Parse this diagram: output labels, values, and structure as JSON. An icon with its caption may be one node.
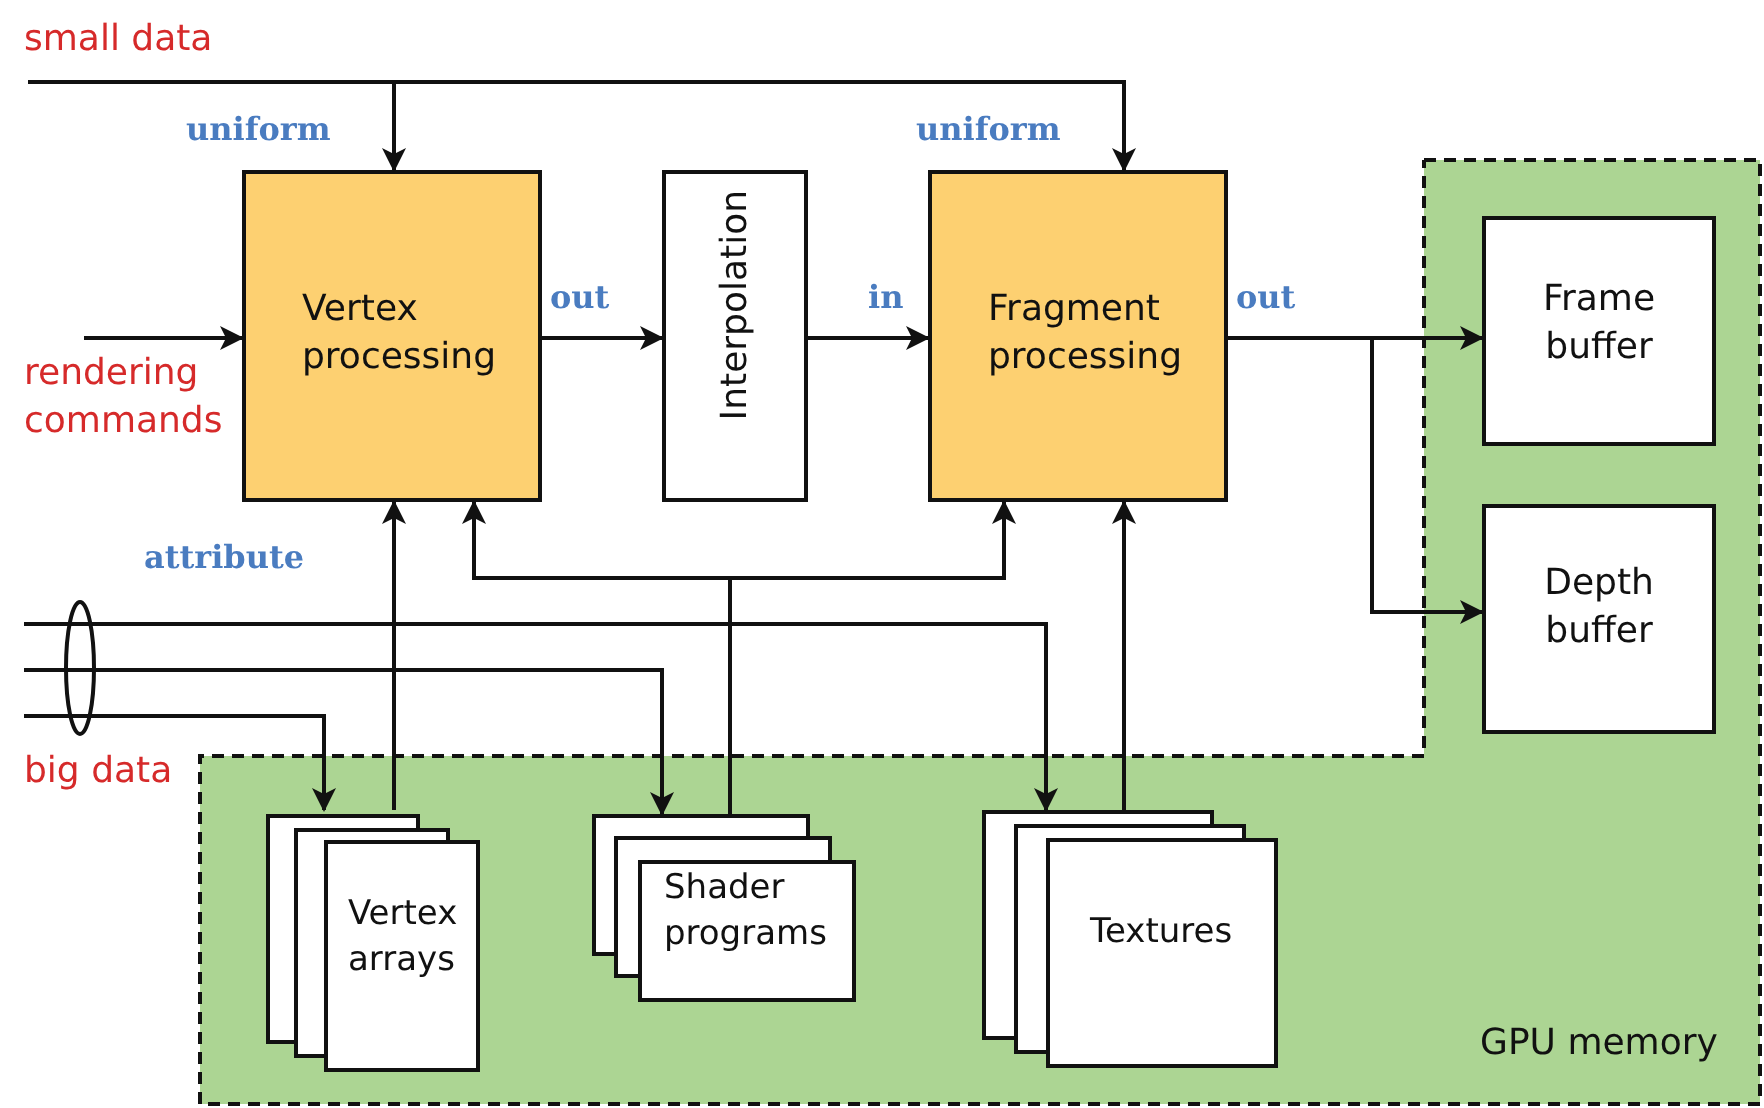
{
  "diagram": {
    "nodes": [
      {
        "text": [
          "small data"
        ]
      },
      {
        "text": [
          "Vertex processing"
        ]
      },
      {
        "text": [
          "Interpolation"
        ]
      },
      {
        "text": [
          "Fragment processing"
        ]
      },
      {
        "text": [
          "GPU memory"
        ]
      },
      {
        "text": [
          "Frame buffer"
        ],
        "in": 4
      },
      {
        "text": [
          "Depth buffer"
        ],
        "in": 4
      },
      {
        "text": [
          "rendering commands"
        ]
      },
      {
        "text": [
          "big data"
        ]
      },
      {
        "text": [
          "Vertex arrays"
        ],
        "in": 4
      },
      {
        "text": [
          "Shader programs"
        ],
        "in": 4
      },
      {
        "text": [
          "Textures"
        ],
        "in": 4
      }
    ],
    "edges": [
      {
        "from": 0,
        "to": 1,
        "arrow": "to",
        "label": "uniform"
      },
      {
        "from": 0,
        "to": 3,
        "arrow": "to",
        "label": "uniform"
      },
      {
        "from": 7,
        "to": 1,
        "arrow": "to"
      },
      {
        "from": 1,
        "to": 2,
        "arrow": "to",
        "label": "out"
      },
      {
        "from": 2,
        "to": 3,
        "arrow": "to",
        "label": "in"
      },
      {
        "from": 3,
        "to": 5,
        "arrow": "to",
        "label": "out"
      },
      {
        "from": 3,
        "to": 6,
        "arrow": "to"
      },
      {
        "from": 8,
        "to": 9,
        "arrow": "to"
      },
      {
        "from": 8,
        "to": 10,
        "arrow": "to"
      },
      {
        "from": 8,
        "to": 11,
        "arrow": "to"
      },
      {
        "from": 9,
        "to": 1,
        "arrow": "to",
        "label": "attribute"
      },
      {
        "from": 10,
        "to": 1,
        "arrow": "to"
      },
      {
        "from": 10,
        "to": 3,
        "arrow": "to"
      },
      {
        "from": 11,
        "to": 3,
        "arrow": "to"
      }
    ]
  }
}
